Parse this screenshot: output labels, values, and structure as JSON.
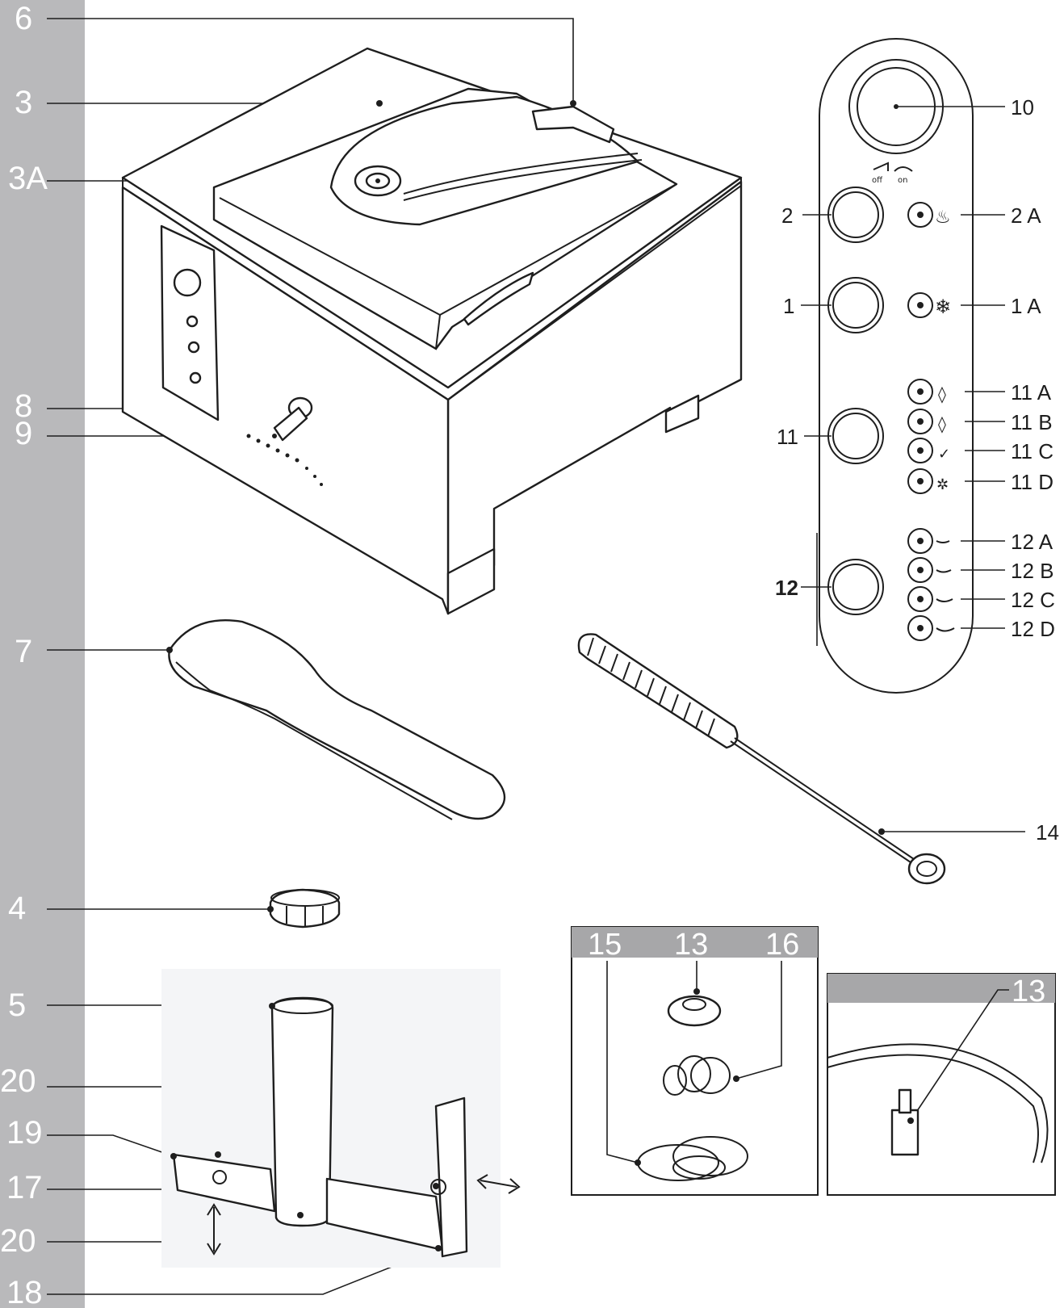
{
  "sidebar_labels": {
    "l6": "6",
    "l3": "3",
    "l3a": "3A",
    "l8": "8",
    "l9": "9",
    "l7": "7",
    "l4": "4",
    "l5": "5",
    "l20a": "20",
    "l19": "19",
    "l17": "17",
    "l20b": "20",
    "l18": "18"
  },
  "panel_labels": {
    "l10": "10",
    "l2": "2",
    "l2a": "2 A",
    "l1": "1",
    "l1a": "1 A",
    "l11": "11",
    "l11a": "11 A",
    "l11b": "11 B",
    "l11c": "11 C",
    "l11d": "11 D",
    "l12": "12",
    "l12a": "12 A",
    "l12b": "12 B",
    "l12c": "12 C",
    "l12d": "12 D",
    "lid_off": "off",
    "lid_on": "on"
  },
  "other_labels": {
    "l14": "14"
  },
  "seal_box": {
    "h15": "15",
    "h13": "13",
    "h16": "16"
  },
  "seal_detail": {
    "l13": "13"
  },
  "colors": {
    "sidebar": "#b9b9bb",
    "line": "#1e1e1e",
    "header_bar": "#a7a7a9"
  }
}
